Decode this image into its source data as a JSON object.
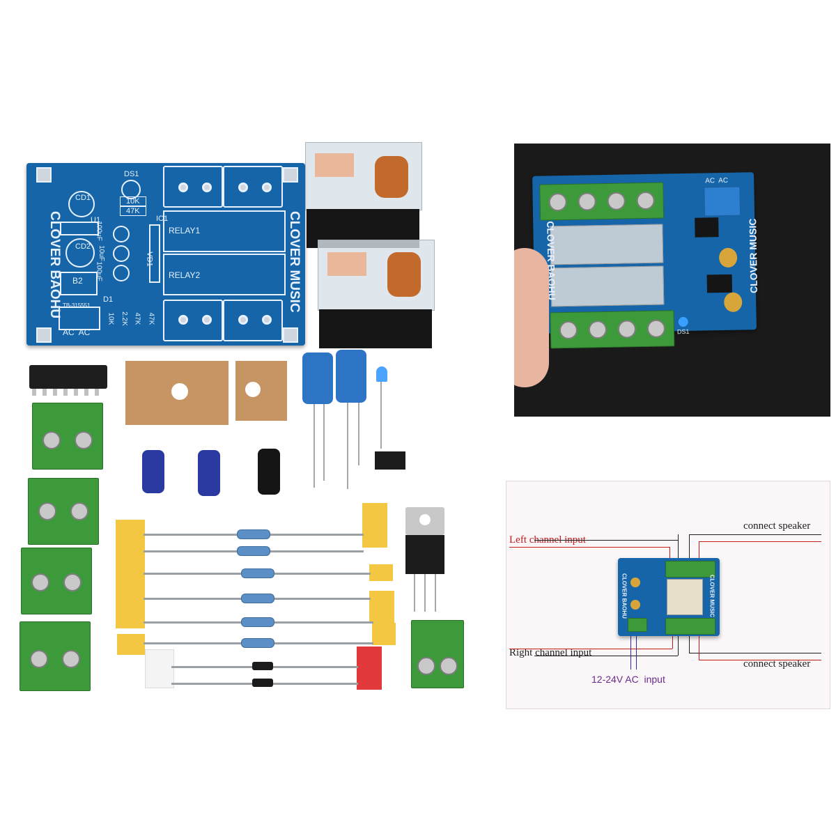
{
  "pcb": {
    "title_left": "CLOVER BAOHU",
    "title_right": "CLOVER MUSIC",
    "labels": {
      "ds1": "DS1",
      "r10k": "10K",
      "r47k": "47K",
      "cd1": "CD1",
      "cd2": "CD2",
      "u1": "U1",
      "ic1": "IC1",
      "b2": "B2",
      "d1": "D1",
      "vd1": "VD1",
      "relay1": "RELAY1",
      "relay2": "RELAY2",
      "c100uf_a": "100uF",
      "c10uf": "10uF",
      "c100uf_b": "100uF",
      "ac_ac": "AC  AC",
      "part_no": "TB-315551",
      "r_bottom": [
        "10K",
        "2.2K",
        "47K",
        "47K"
      ]
    }
  },
  "photo": {
    "board_left": "CLOVER BAOHU",
    "board_right": "CLOVER MUSIC",
    "ac_label": "AC  AC",
    "ds1": "DS1"
  },
  "diagram": {
    "left_input": "Left channel input",
    "right_input": "Right channel input",
    "speaker_top": "connect speaker",
    "speaker_bottom": "connect speaker",
    "ac_input": "12-24V AC  input",
    "board_left": "CLOVER BAOHU",
    "board_right": "CLOVER MUSIC"
  },
  "colors": {
    "pcb_blue": "#1565a8",
    "terminal_green": "#3d9a3a",
    "tape_yellow": "#f4c743",
    "wire_red": "#c01b1b"
  }
}
